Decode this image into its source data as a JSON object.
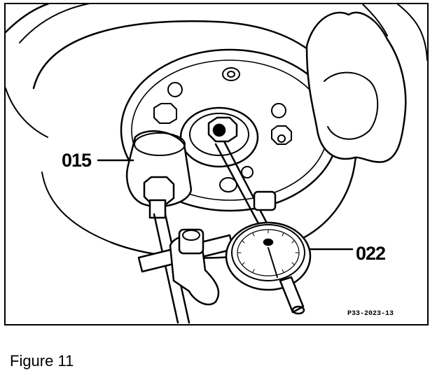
{
  "figure": {
    "callouts": {
      "a": "015",
      "b": "022"
    },
    "reference_code": "P33-2023-13",
    "caption": "Figure 11"
  }
}
